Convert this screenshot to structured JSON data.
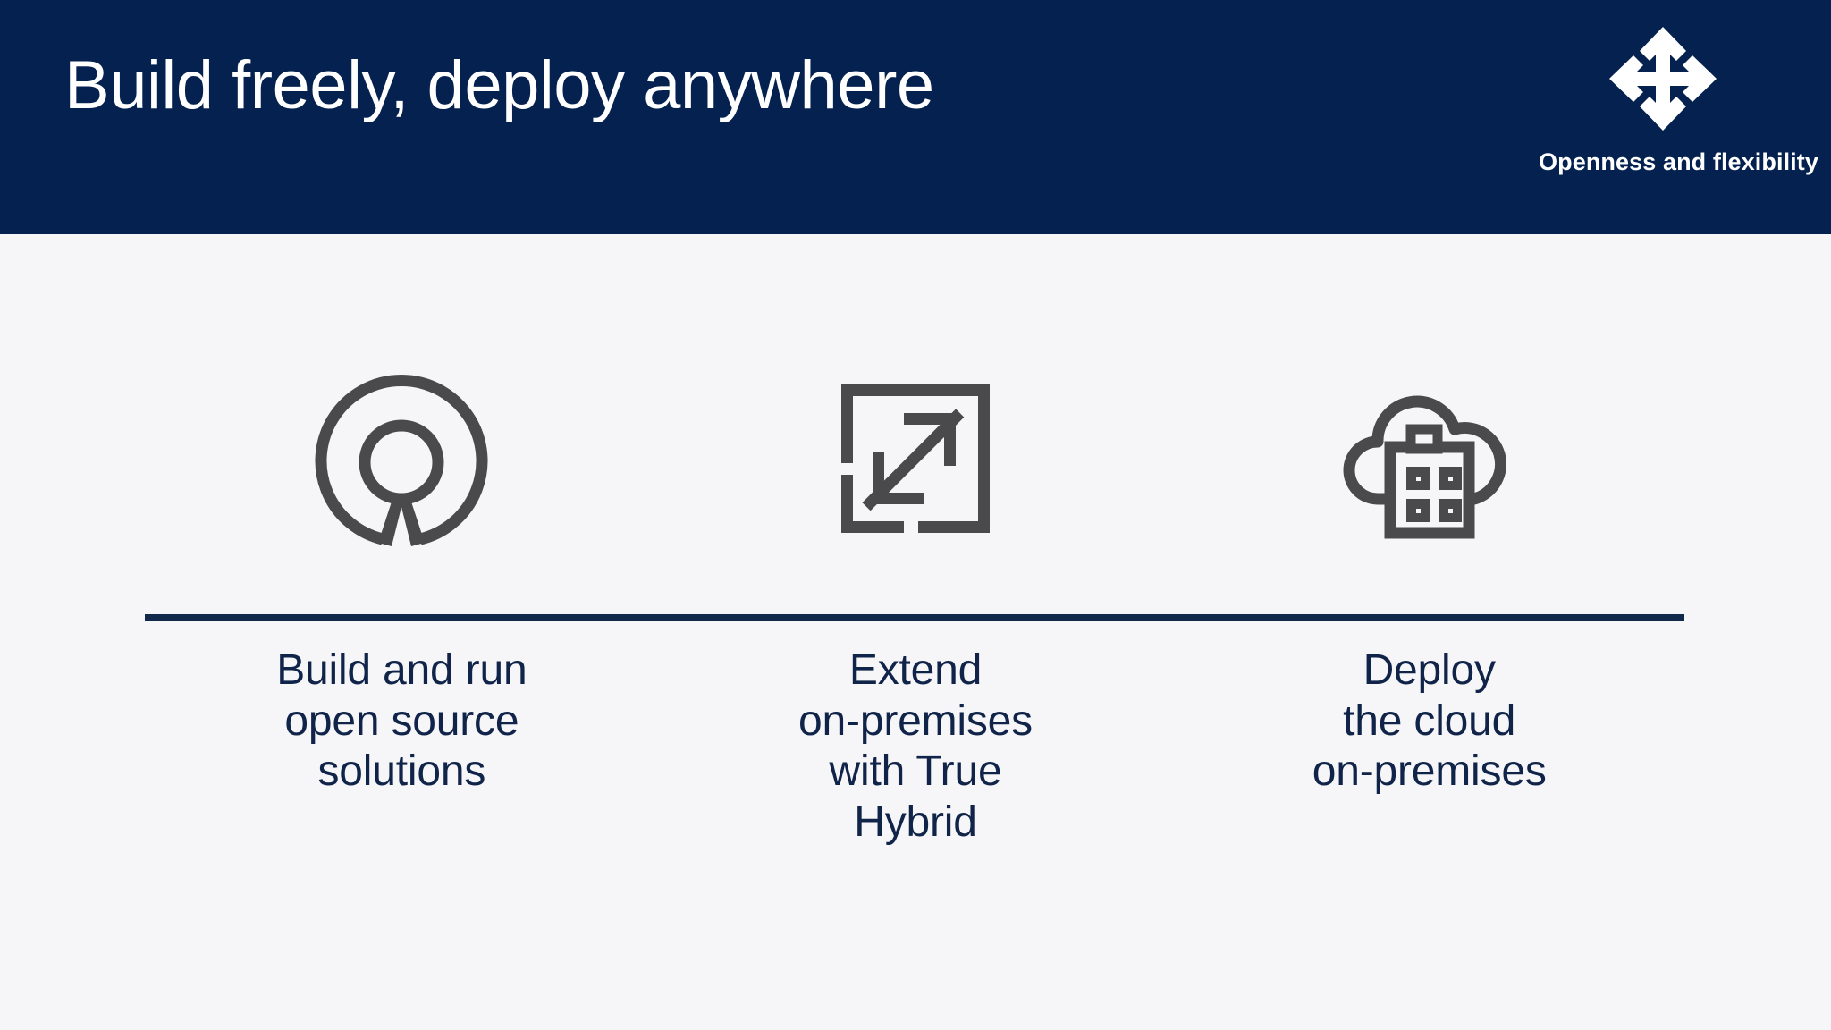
{
  "slide": {
    "title": "Build freely, deploy anywhere",
    "background_color": "#f6f5f8",
    "header_color": "#04214f",
    "accent_color": "#12294b",
    "caption_color": "#102449",
    "icon_color": "#4a4a4d"
  },
  "badge": {
    "icon": "four-way-arrows-icon",
    "label": "Openness and flexibility"
  },
  "columns": [
    {
      "icon": "open-source-initiative-icon",
      "caption_lines": [
        "Build and run",
        "open source",
        "solutions"
      ],
      "caption_text": "Build and run open source solutions"
    },
    {
      "icon": "expand-diagonal-arrow-icon",
      "caption_lines": [
        "Extend",
        "on-premises",
        "with True",
        "Hybrid"
      ],
      "caption_text": "Extend on-premises with True Hybrid"
    },
    {
      "icon": "cloud-datacenter-building-icon",
      "caption_lines": [
        "Deploy",
        "the cloud",
        "on-premises"
      ],
      "caption_text": "Deploy the cloud on-premises"
    }
  ]
}
